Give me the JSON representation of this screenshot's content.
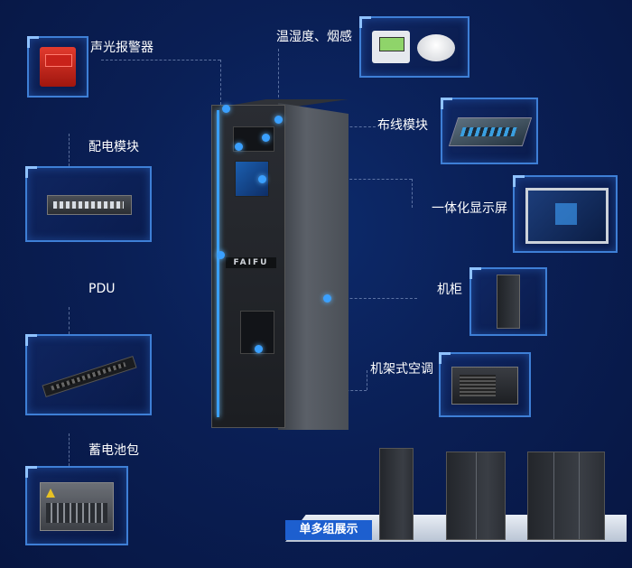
{
  "labels": {
    "alarm": "声光报警器",
    "power_module": "配电模块",
    "pdu": "PDU",
    "battery": "蓄电池包",
    "temp_smoke": "温湿度、烟感",
    "cabling": "布线模块",
    "display": "一体化显示屏",
    "cabinet": "机柜",
    "rack_ac": "机架式空调",
    "multi_group": "单多组展示"
  },
  "brand": "FAIFU"
}
